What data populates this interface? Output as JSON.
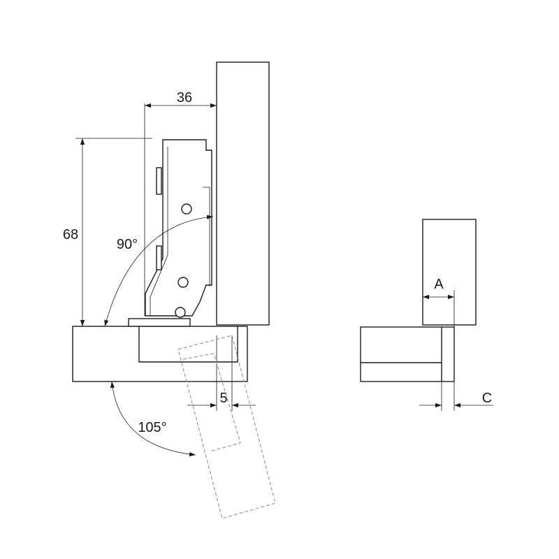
{
  "labels": {
    "width_36": "36",
    "height_68": "68",
    "angle_90": "90°",
    "angle_105": "105°",
    "offset_5": "5",
    "param_a": "A",
    "param_c": "C"
  },
  "colors": {
    "line": "#1a1a1a",
    "phantom": "#9a9a9a",
    "background": "#ffffff"
  }
}
